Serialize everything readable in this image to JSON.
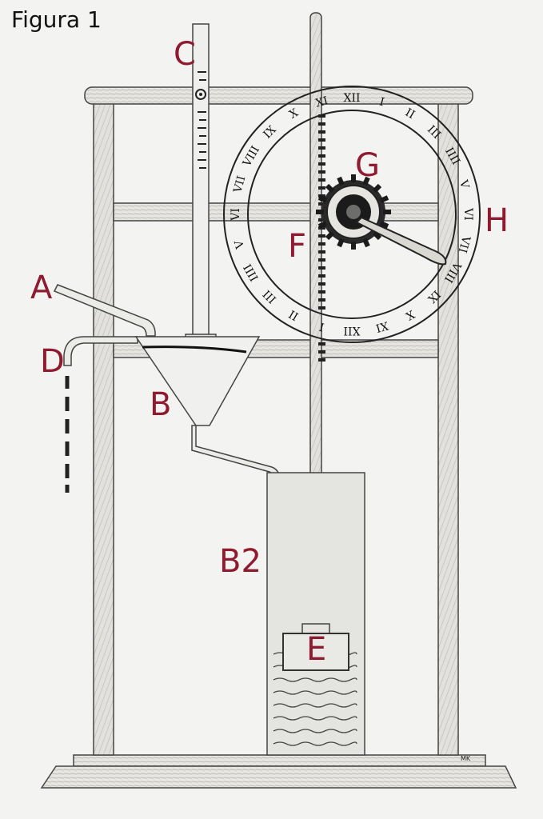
{
  "figure_title": "Figura 1",
  "label_color": "#8e1b2f",
  "labels": {
    "a": "A",
    "b": "B",
    "b2": "B2",
    "c": "C",
    "d": "D",
    "e": "E",
    "f": "F",
    "g": "G",
    "h": "H"
  },
  "dial_numerals": [
    "XII",
    "I",
    "II",
    "III",
    "IIII",
    "V",
    "VI",
    "VII",
    "VIII",
    "IX",
    "X",
    "XI",
    "XII",
    "I",
    "II",
    "III",
    "IIII",
    "V",
    "VI",
    "VII",
    "VIII",
    "IX",
    "X",
    "XI"
  ],
  "signature": "MK"
}
